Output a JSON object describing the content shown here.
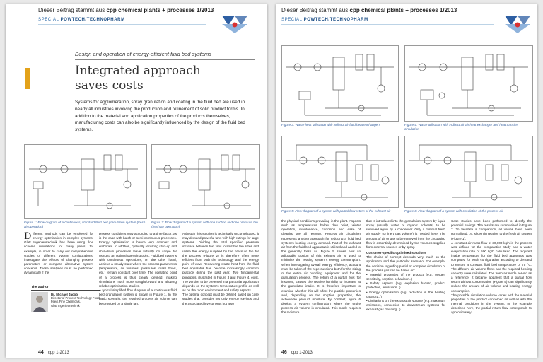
{
  "banner": {
    "text_prefix": "Dieser Beitrag stammt aus",
    "publication": "cpp chemical plants + processes 1/2013"
  },
  "section": {
    "special": "SPECIAL",
    "topic": "POWTECH/TECHNOPHARM"
  },
  "left_page": {
    "kicker": "Design and operation of energy-efficient fluid bed systems",
    "title_line1": "Integrated approach",
    "title_line2": "saves costs",
    "lead": "Systems for agglomeration, spray granulation and coating in the fluid bed are used in nearly all industries involving the production and refinement of solid product forms. In addition to the material and application properties of the products themselves, manufacturing costs can also be significantly influenced by the design of the fluid bed systems.",
    "figure1_caption": "Figure 1: Flow diagram of a continuous, standard fluid bed granulation system (fresh air operation)",
    "figure2_caption": "Figure 2: Flow diagram of a system with one suction and one pressure fan (fresh air operation)",
    "body_col1_dropcap": "D",
    "body_col1": "ifferent methods can be employed for energy optimisation in complex systems. Glatt Ingenieurtechnik has been using flow schema simulations for many years, for example, in order to carry out comprehensive studies of different system configurations, investigate the effects of changing process parameters or compare alternative system concepts. These analyses must be performed dynamically if the",
    "body_col2": "process conditions vary according to a time factor, as is the case with batch or semi-continuous processes. Energy optimisation is hence very complex and elaborate. In addition, cyclically recurring start-up and shut-down processes leave virtually no scope for using to an optimal operating point. Fluid bed systems with continuous operations, on the other hand, achieve a steady state where the process parameters (temperature, air volumes, pressures, mass flows, etc.) remain constant over time. The operating point of a process is thus clearly defined, making simulations much more straightforward and allowing reliable optimisation studies.\nA typical simplified flow diagram of a continuous fluid bed granulation system is shown in Figure 1. In the basic scenario, the required process air volume can be provided by a single fan.",
    "body_col3": "Although this solution is technically uncomplicated, it may demand powerful fans with high ratings for large systems. Dividing the total specified pressure increase between two fans to limit the fan sizes and utilise the energy supplied by the pressure fan for the process (Figure 2) is therefore often more efficient from both the technology and the energy point of view. Recovering waste heat from the fluid bed apparatus has become increasingly common practice during the past year. Two fundamental principles, illustrated in Figure 3 and Figure 4, exist. The version to be preferred in a particular application depends on the system's temperature profile as well as on the room environment and safety aspects.\nThe optimal concept must be defined based on case studies that consider not only energy savings and the associated investments but also",
    "author_label": "The author:",
    "author_name": "Dr. Michael Jacob",
    "author_details": "Director of Process Technology Food, Feed, Fine Chemicals,\nGlatt Ingenieurtechnik",
    "page_number": "44",
    "issue": "cpp 1-2013"
  },
  "right_page": {
    "figure3_caption": "Figure 3: Waste heat utilisation with indirect air-fluid heat exchangers",
    "figure4_caption": "Figure 4: Waste utilisation with indirect air-air heat exchanger and heat transfer circulation",
    "figure5_caption": "Figure 5: Flow diagram of a system with partial flow return of the exhaust air",
    "figure6_caption": "Figure 6: Flow diagram of a system with circulation of the process air",
    "body_col1": "the physical conditions prevailing in the plant. Aspects such as temperatures below dew point, winter operation, maintenance, corrosion and ease of cleaning are all relevant. Process air circulation represents another approach for reducing a fluid bed system's heating energy demand. Part of the exhaust air from the fluid bed apparatus is utilised and added to the generally fresh air. Figure 5 shows how an adjustable portion of this exhaust air is used to minimise the heating system's energy consumption. When investigating overall energy efficiency, account must be taken of the repercussions both for the sizing of the entire air handling equipment and for the granulation process. The return of a partial flow, for instance, causes the relative humidity to increase at the granulator intake. It is therefore important to examine whether this will affect the particle properties and, depending on the sorption properties, the achievable product moisture. By contrast, figure 6 depicts a system configuration where the entire process air volume is circulated. This mode requires the moisture",
    "body_col2": "that is introduced into the granulation system by liquid spray (usually water or organic solvents) to be removed again by a condenser. Only a minimal fresh air supply (or inert gas volume) is needed here. The amount of air or gas to be removed from the circulating flow is essentially determined by the volumes supplied from external sources or by spray.",
    "body_col2_heading": "Customer-specific optimised solutions",
    "body_col2_b": "The choice of concept depends very much on the application and the particular scenario. For example, the decision regarding partial or complete circulation of the process gas can be based on:\n• Material properties of the product (e.g. oxygen sensitivity, sorption behaviour...)\n• Safety aspects (e.g. explosion hazard, product protection, emissions...)\n• Energy optimisation (e.g. reduction in the heating capacity...)\n• Limitations on the exhaust air volume (e.g. maximum emissions, connection to downstream systems for exhaust gas cleaning...)",
    "body_col3": "Case studies have been performed to identify the potential savings. The results are summarised in Figure 7. To facilitate a comparison, all values have been normalised, i.e. shown in relation to the fresh air system (Figure 1).\nA constant air mass flow of 30,000 kg/h in the process was defined for the comparative study and a water evaporation rate of 500 kg/h calculated. The required intake temperature for the fluid bed apparatus was computed for each configuration according to demand to ensure a constant fluid bed temperature of 75 °C. The different air volume flows and the required heating capacity were calculated. The fresh air mode served as a reference. It became apparent that a partial flow return without condensation (Figure 5) can significantly reduce the amount of air volume and heating energy consumption.\nThe possible circulation volume varies with the material properties of the product concerned as well as with the thermal conditions in the system. In the example described here, the partial return flow corresponds to approximately",
    "page_number": "46",
    "issue": "cpp 1-2013"
  },
  "colors": {
    "accent": "#e3a21a",
    "section_blue": "#2d6aa8",
    "caption_blue": "#3a63a0",
    "logo_blue": "#2e5fa3",
    "logo_red": "#d9302f"
  },
  "icons": {
    "logo": "powtech-logo-icon",
    "author_photo": "author-portrait-icon"
  }
}
